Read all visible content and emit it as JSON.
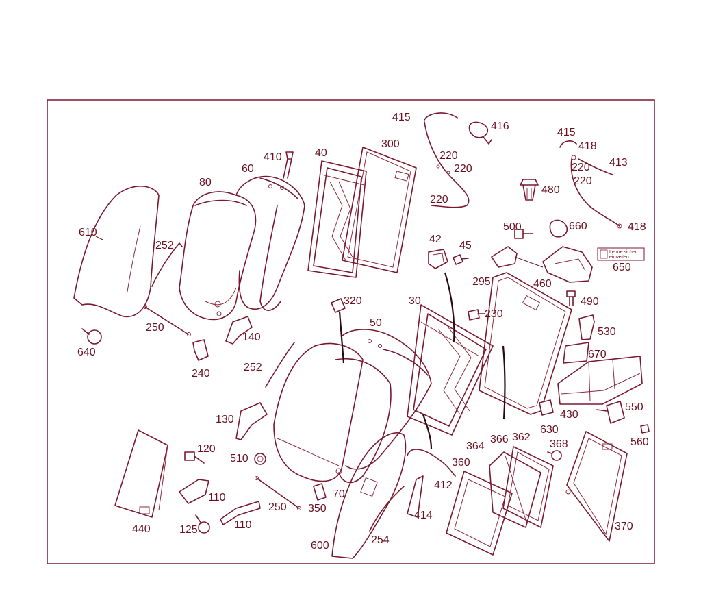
{
  "diagram": {
    "labels": [
      "415",
      "416",
      "300",
      "40",
      "410",
      "60",
      "80",
      "220",
      "220",
      "415",
      "418",
      "413",
      "220",
      "220",
      "480",
      "220",
      "418",
      "500",
      "660",
      "610",
      "252",
      "42",
      "45",
      "650",
      "295",
      "460",
      "490",
      "30",
      "230",
      "320",
      "250",
      "640",
      "140",
      "50",
      "530",
      "670",
      "240",
      "252",
      "430",
      "550",
      "130",
      "630",
      "560",
      "364",
      "366",
      "362",
      "368",
      "120",
      "510",
      "360",
      "412",
      "110",
      "250",
      "350",
      "70",
      "414",
      "440",
      "125",
      "110",
      "600",
      "254",
      "370"
    ],
    "sticker_text": [
      "Lehne sicher",
      "einrasten"
    ]
  }
}
